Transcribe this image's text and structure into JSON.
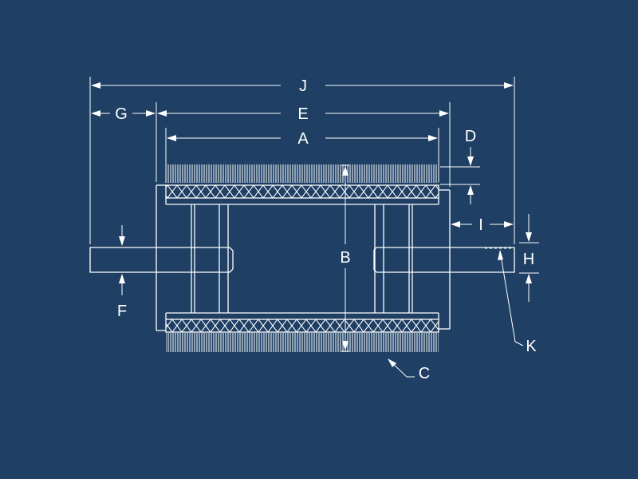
{
  "background": "#1f3f64",
  "line_color": "#ffffff",
  "labels": {
    "J": "J",
    "G": "G",
    "E": "E",
    "A": "A",
    "D": "D",
    "I": "I",
    "H": "H",
    "B": "B",
    "F": "F",
    "K": "K",
    "C": "C"
  }
}
